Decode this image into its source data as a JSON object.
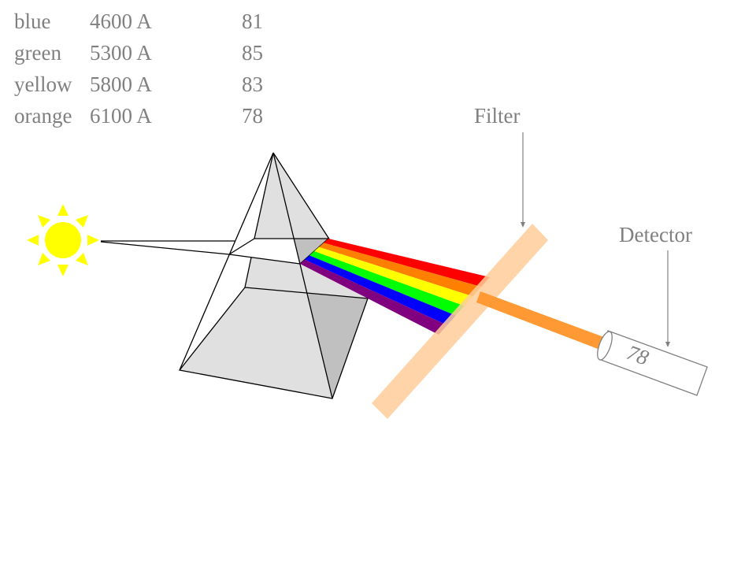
{
  "table": {
    "rows": [
      {
        "color": "blue",
        "wavelength": "4600 A",
        "reading": "81"
      },
      {
        "color": "green",
        "wavelength": "5300 A",
        "reading": "85"
      },
      {
        "color": "yellow",
        "wavelength": "5800 A",
        "reading": "83"
      },
      {
        "color": "orange",
        "wavelength": "6100 A",
        "reading": "78"
      }
    ]
  },
  "labels": {
    "filter": "Filter",
    "detector": "Detector",
    "detector_reading": "78"
  },
  "colors": {
    "text": "#808080",
    "sun": "#ffff00",
    "prism_light": "#e0e0e0",
    "prism_dark": "#c0c0c0",
    "filter": "#ffcc99",
    "filtered_beam": "#ff9933",
    "spectrum": [
      "#ff0000",
      "#ff8000",
      "#ffff00",
      "#00ff00",
      "#0000ff",
      "#800080"
    ]
  },
  "icons": {
    "light_source": "sun-icon"
  }
}
